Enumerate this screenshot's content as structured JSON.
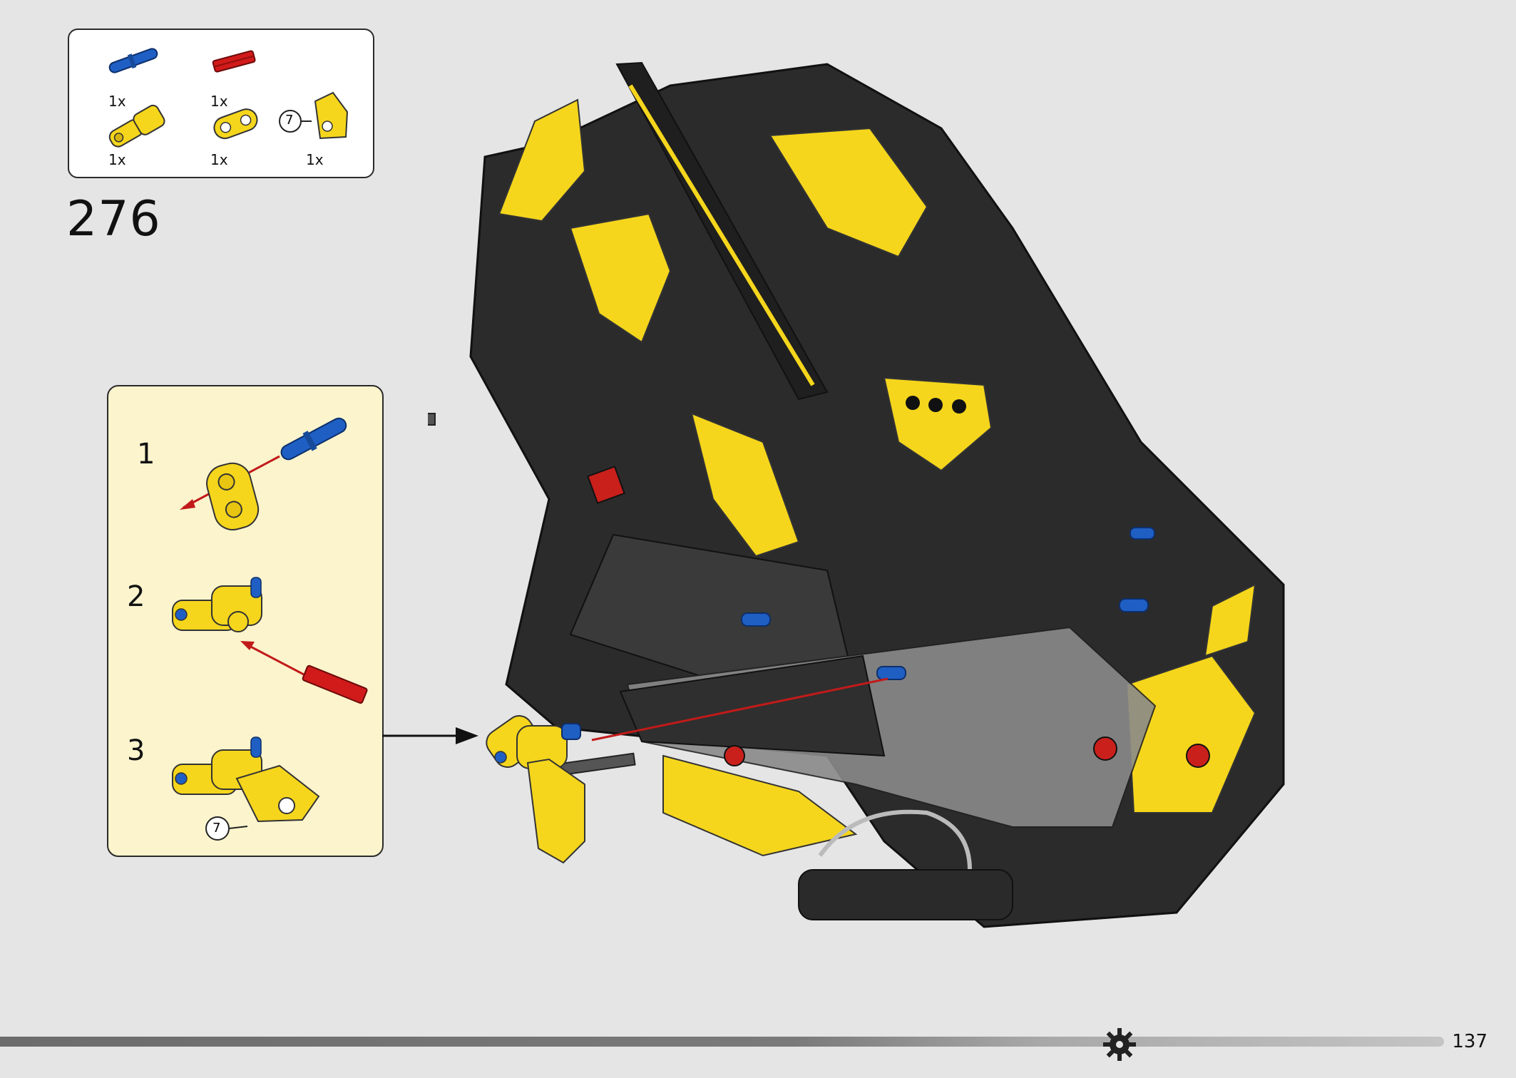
{
  "parts_list": {
    "items": [
      {
        "name": "blue-axle-pin",
        "qty": "1x"
      },
      {
        "name": "red-axle",
        "qty": "1x"
      },
      {
        "name": "yellow-connector",
        "qty": "1x"
      },
      {
        "name": "yellow-beam-2",
        "qty": "1x"
      },
      {
        "name": "yellow-panel",
        "qty": "1x",
        "callout": "7"
      }
    ]
  },
  "step": {
    "number": "276"
  },
  "subassembly": {
    "steps": [
      {
        "number": "1"
      },
      {
        "number": "2"
      },
      {
        "number": "3",
        "callout": "7"
      }
    ]
  },
  "footer": {
    "page_number": "137"
  },
  "colors": {
    "yellow": "#f5d61c",
    "blue": "#1f5fc4",
    "red": "#d11a1a",
    "dark": "#2b2b2b",
    "subassembly_bg": "#fbf4cd",
    "page_bg": "#e5e5e5"
  }
}
